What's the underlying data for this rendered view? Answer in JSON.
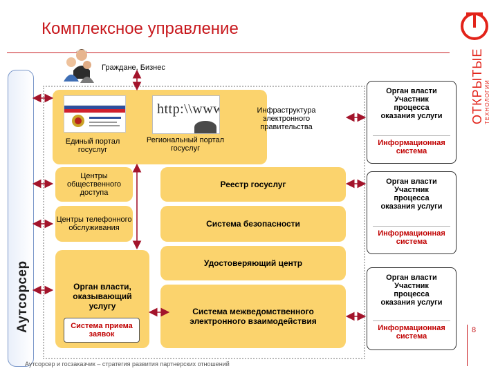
{
  "title": "Комплексное управление",
  "citizens_label": "Граждане, Бизнес",
  "outsourcer_label": "Аутсорсер",
  "portals": {
    "unified": "Единый портал госуслуг",
    "regional": "Региональный портал госуслуг",
    "http_text": "http:\\\\www",
    "infrastructure": "Инфраструктура электронного правительства"
  },
  "centers": {
    "public_access": "Центры общественного доступа",
    "phone_service": "Центры телефонного обслуживания"
  },
  "services": {
    "registry": "Реестр госуслуг",
    "security": "Система безопасности",
    "certification": "Удостоверяющий центр",
    "interagency": "Система межведомственного электронного взаимодействия"
  },
  "authority": {
    "label": "Орган власти, оказывающий услугу",
    "system": "Система приема заявок"
  },
  "participants": [
    {
      "label": "Орган власти Участник процесса оказания услуги",
      "system": "Информационная система"
    },
    {
      "label": "Орган власти Участник процесса оказания услуги",
      "system": "Информационная система"
    },
    {
      "label": "Орган власти Участник процесса оказания услуги",
      "system": "Информационная система"
    }
  ],
  "brand": {
    "name": "ОТКРЫТЫЕ",
    "sub": "ТЕХНОЛОГИИ"
  },
  "footer": "Аутсорсер и госзаказчик – стратегия развития партнерских отношений",
  "page_number": "8",
  "colors": {
    "accent": "#c8191e",
    "box": "#fbd36d",
    "arrow": "#a3142b",
    "system_text": "#c00000"
  }
}
